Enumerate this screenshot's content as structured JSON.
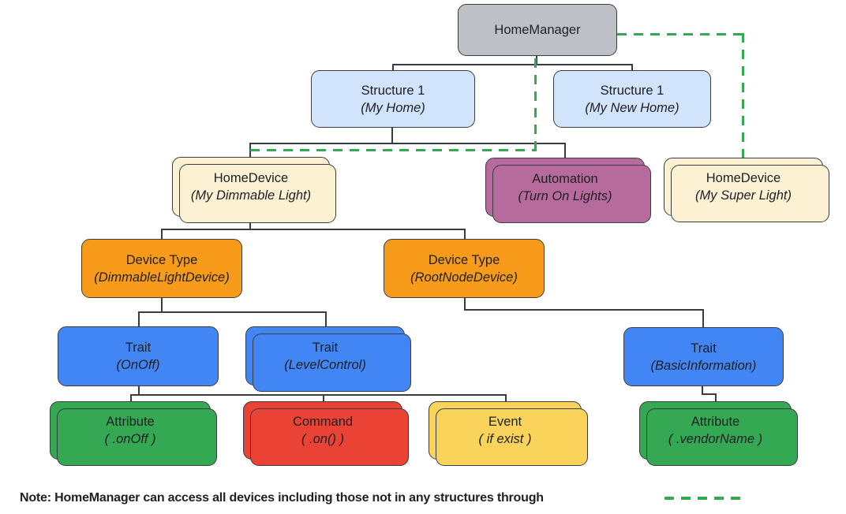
{
  "diagram": {
    "nodes": {
      "home_manager": {
        "label": "HomeManager"
      },
      "structure_my_home": {
        "label": "Structure 1",
        "sublabel": "(My Home)"
      },
      "structure_my_new_home": {
        "label": "Structure 1",
        "sublabel": "(My New Home)"
      },
      "home_device_dimmable": {
        "label": "HomeDevice",
        "sublabel": "(My Dimmable Light)"
      },
      "automation": {
        "label": "Automation",
        "sublabel": "(Turn On Lights)"
      },
      "home_device_super": {
        "label": "HomeDevice",
        "sublabel": "(My Super Light)"
      },
      "device_type_dimmable": {
        "label": "Device Type",
        "sublabel": "(DimmableLightDevice)"
      },
      "device_type_rootnode": {
        "label": "Device Type",
        "sublabel": "(RootNodeDevice)"
      },
      "trait_onoff": {
        "label": "Trait",
        "sublabel": "(OnOff)"
      },
      "trait_levelcontrol": {
        "label": "Trait",
        "sublabel": "(LevelControl)"
      },
      "trait_basicinfo": {
        "label": "Trait",
        "sublabel": "(BasicInformation)"
      },
      "attribute_onoff": {
        "label": "Attribute",
        "sublabel": "( .onOff )"
      },
      "command_on": {
        "label": "Command",
        "sublabel": "( .on() )"
      },
      "event_ifexist": {
        "label": "Event",
        "sublabel": "( if exist )"
      },
      "attribute_vendorname": {
        "label": "Attribute",
        "sublabel": "( .vendorName )"
      }
    },
    "note": "Note: HomeManager can access all devices including those not in any structures through",
    "colors": {
      "gray": "#BDC1C6",
      "light_blue": "#D2E3FC",
      "cream": "#FCF2D3",
      "mauve": "#B76A9C",
      "orange": "#F89B1B",
      "blue": "#4285F4",
      "green": "#34A853",
      "red": "#EA4335",
      "yellow": "#FAD45A",
      "line": "#3A3D40",
      "dash_green": "#34A853",
      "text": "#202124"
    }
  }
}
